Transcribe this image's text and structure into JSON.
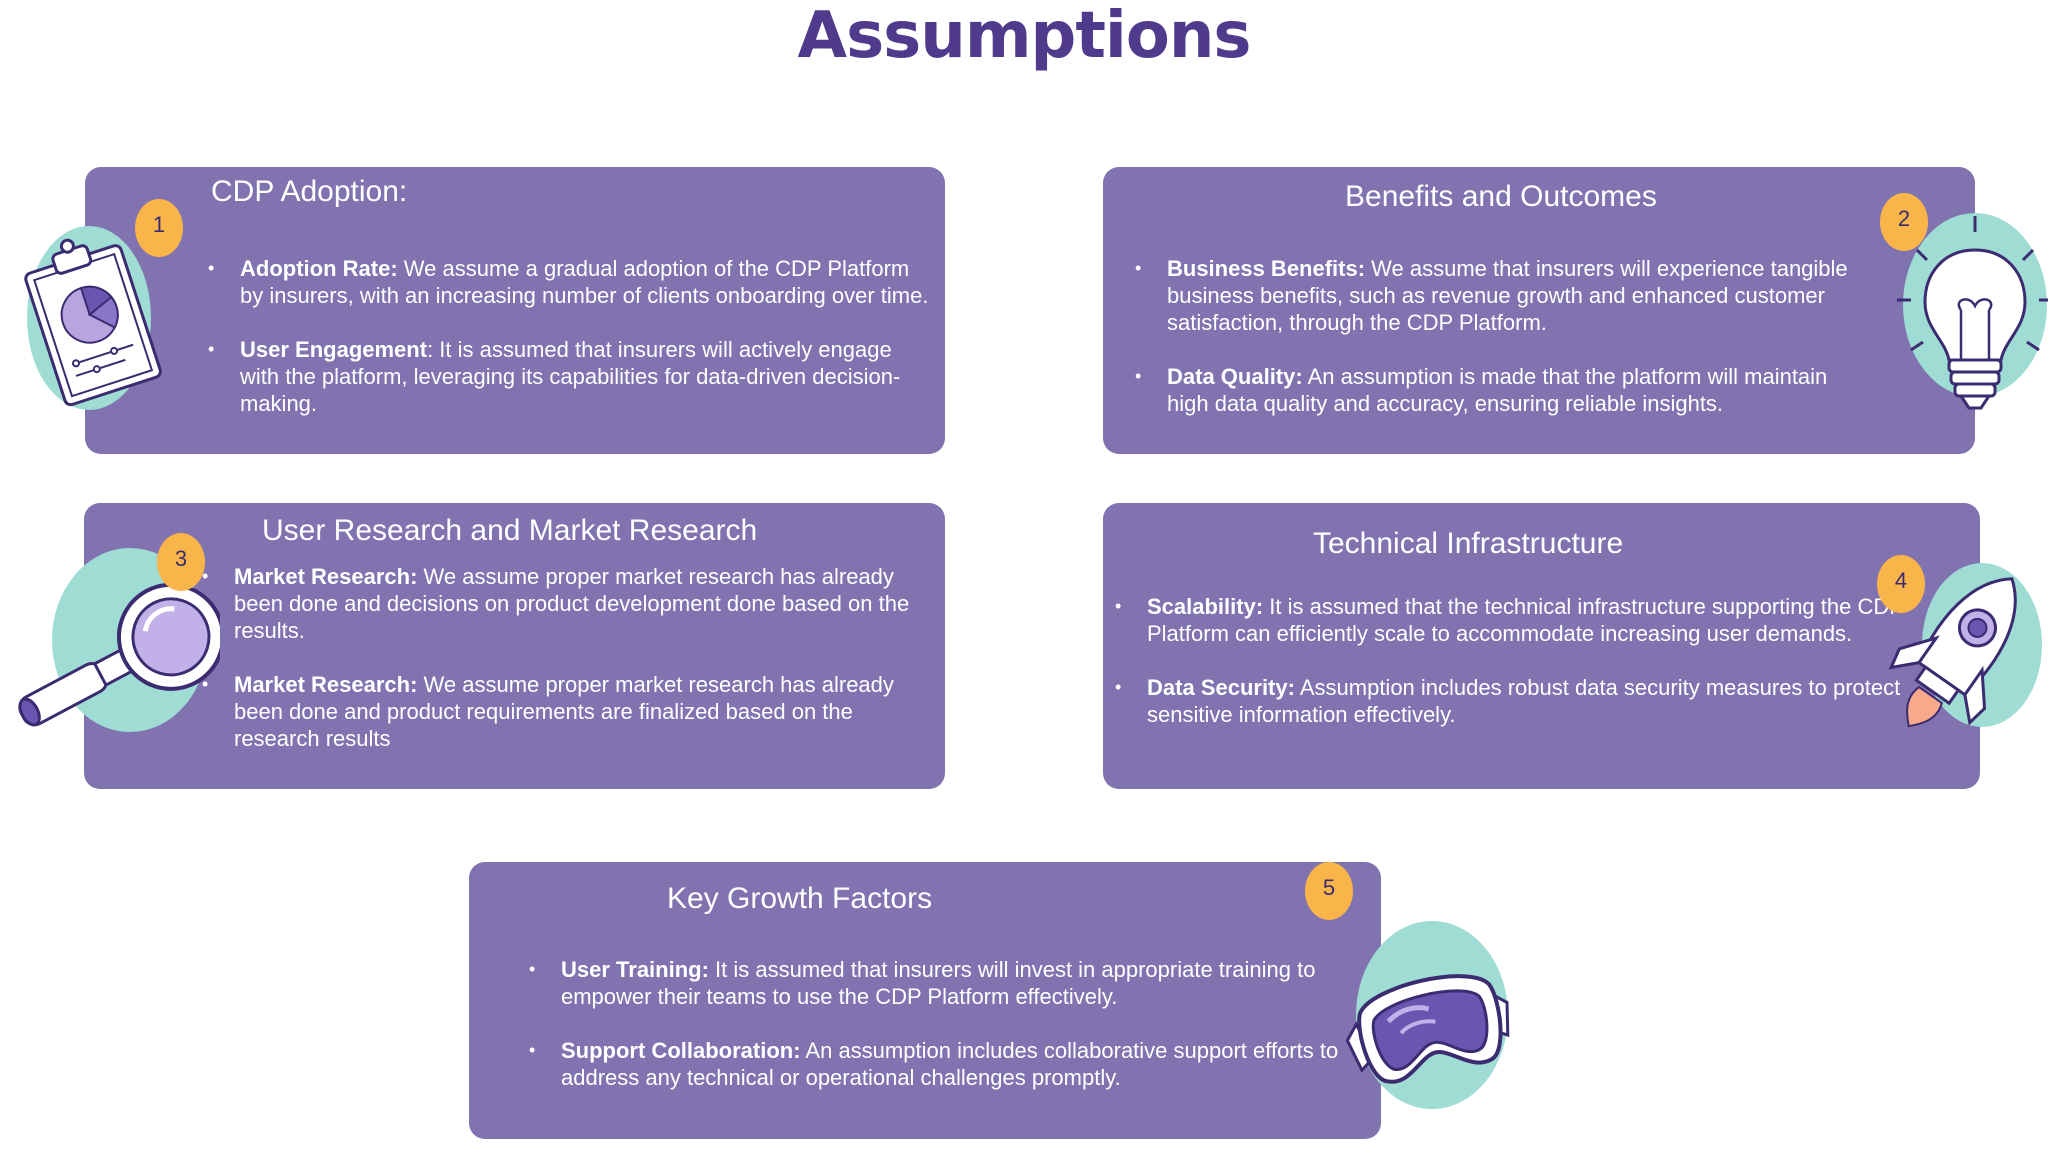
{
  "page": {
    "title": "Assumptions"
  },
  "cards": [
    {
      "title": "CDP Adoption:",
      "badge": "1",
      "icon": "clipboard-chart-icon",
      "items": [
        {
          "label": "Adoption Rate:",
          "text": " We assume a gradual adoption of the CDP Platform by insurers, with an increasing number of clients onboarding over time."
        },
        {
          "label": "User Engagement",
          "text": ": It is assumed that insurers will actively engage with the platform, leveraging its capabilities for data-driven decision-making."
        }
      ]
    },
    {
      "title": "Benefits and Outcomes",
      "badge": "2",
      "icon": "lightbulb-icon",
      "items": [
        {
          "label": "Business Benefits:",
          "text": " We assume that insurers will experience tangible business benefits, such as revenue growth and enhanced customer satisfaction, through the CDP Platform."
        },
        {
          "label": "Data Quality:",
          "text": " An assumption is made that the platform will maintain high data quality and accuracy, ensuring reliable insights."
        }
      ]
    },
    {
      "title": "User Research and Market Research",
      "badge": "3",
      "icon": "magnifying-glass-icon",
      "items": [
        {
          "label": "Market Research:",
          "text": " We assume proper market research has already been done and decisions on product development done based on the results."
        },
        {
          "label": "Market Research:",
          "text": " We assume proper market research has already been done and product requirements are finalized based on the research results"
        }
      ]
    },
    {
      "title": "Technical Infrastructure",
      "badge": "4",
      "icon": "rocket-icon",
      "items": [
        {
          "label": "Scalability:",
          "text": " It is assumed that the technical infrastructure supporting the CDP Platform can efficiently scale to accommodate increasing user demands."
        },
        {
          "label": "Data Security:",
          "text": " Assumption includes robust data security measures to protect sensitive information effectively."
        }
      ]
    },
    {
      "title": "Key Growth Factors",
      "badge": "5",
      "icon": "goggles-icon",
      "items": [
        {
          "label": "User Training:",
          "text": " It is assumed that insurers will invest in appropriate training to empower their teams to use the CDP Platform effectively."
        },
        {
          "label": "Support Collaboration:",
          "text": " An assumption includes collaborative support efforts to address any technical or operational challenges promptly."
        }
      ]
    }
  ],
  "colors": {
    "card": "#8173b0",
    "title": "#4f3a8c",
    "badge": "#f9b44a",
    "blob": "#9fdcd3",
    "line": "#3b2b70"
  }
}
